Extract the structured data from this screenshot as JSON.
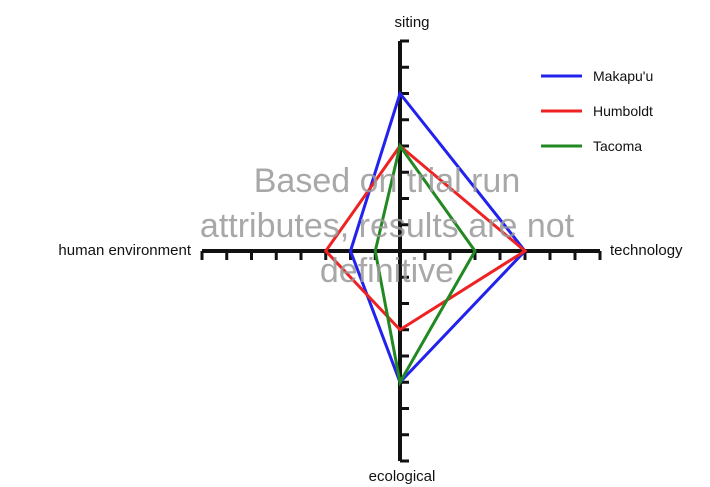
{
  "chart_data": {
    "type": "radar",
    "axes": [
      {
        "name": "siting",
        "direction": "up"
      },
      {
        "name": "technology",
        "direction": "right"
      },
      {
        "name": "ecological",
        "direction": "down"
      },
      {
        "name": "human environment",
        "direction": "left"
      }
    ],
    "tick_count": {
      "up": 8,
      "right": 8,
      "down": 8,
      "left": 8
    },
    "range": [
      0,
      8
    ],
    "series": [
      {
        "name": "Makapu'u",
        "color": "#2222ee",
        "values": {
          "siting": 6,
          "technology": 5,
          "ecological": 5,
          "human environment": 2
        }
      },
      {
        "name": "Humboldt",
        "color": "#ee2222",
        "values": {
          "siting": 4,
          "technology": 5,
          "ecological": 3,
          "human environment": 3
        }
      },
      {
        "name": "Tacoma",
        "color": "#228822",
        "values": {
          "siting": 4,
          "technology": 3,
          "ecological": 5,
          "human environment": 1
        }
      }
    ],
    "legend": {
      "position": "top-right"
    },
    "annotation": [
      "Based on trial run",
      "attributes, results are not",
      "definitive"
    ]
  }
}
